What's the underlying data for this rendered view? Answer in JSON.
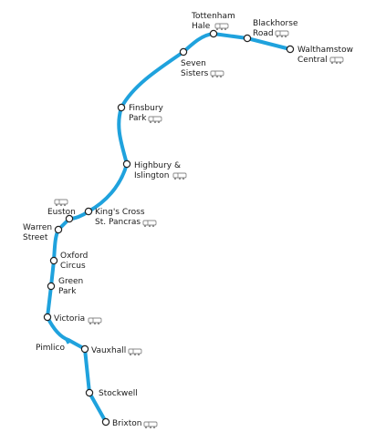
{
  "line_color": "#1fa2dd",
  "station_fill": "#ffffff",
  "station_stroke": "#222222",
  "rail_icon_name": "national-rail-train-icon",
  "stations": [
    {
      "id": "walthamstow-central",
      "lines": [
        "Walthamstow",
        "Central"
      ],
      "interchange": true
    },
    {
      "id": "blackhorse-road",
      "lines": [
        "Blackhorse",
        "Road"
      ],
      "interchange": true
    },
    {
      "id": "tottenham-hale",
      "lines": [
        "Tottenham",
        "Hale"
      ],
      "interchange": true
    },
    {
      "id": "seven-sisters",
      "lines": [
        "Seven",
        "Sisters"
      ],
      "interchange": true
    },
    {
      "id": "finsbury-park",
      "lines": [
        "Finsbury",
        "Park"
      ],
      "interchange": true
    },
    {
      "id": "highbury-islington",
      "lines": [
        "Highbury &",
        "Islington"
      ],
      "interchange": true
    },
    {
      "id": "kings-cross-st-pancras",
      "lines": [
        "King's Cross",
        "St. Pancras"
      ],
      "interchange": true
    },
    {
      "id": "euston",
      "lines": [
        "Euston"
      ],
      "interchange": true
    },
    {
      "id": "warren-street",
      "lines": [
        "Warren",
        "Street"
      ],
      "interchange": false
    },
    {
      "id": "oxford-circus",
      "lines": [
        "Oxford",
        "Circus"
      ],
      "interchange": false
    },
    {
      "id": "green-park",
      "lines": [
        "Green",
        "Park"
      ],
      "interchange": false
    },
    {
      "id": "victoria",
      "lines": [
        "Victoria"
      ],
      "interchange": true
    },
    {
      "id": "pimlico",
      "lines": [
        "Pimlico"
      ],
      "interchange": false
    },
    {
      "id": "vauxhall",
      "lines": [
        "Vauxhall"
      ],
      "interchange": true
    },
    {
      "id": "stockwell",
      "lines": [
        "Stockwell"
      ],
      "interchange": false
    },
    {
      "id": "brixton",
      "lines": [
        "Brixton"
      ],
      "interchange": true
    }
  ]
}
